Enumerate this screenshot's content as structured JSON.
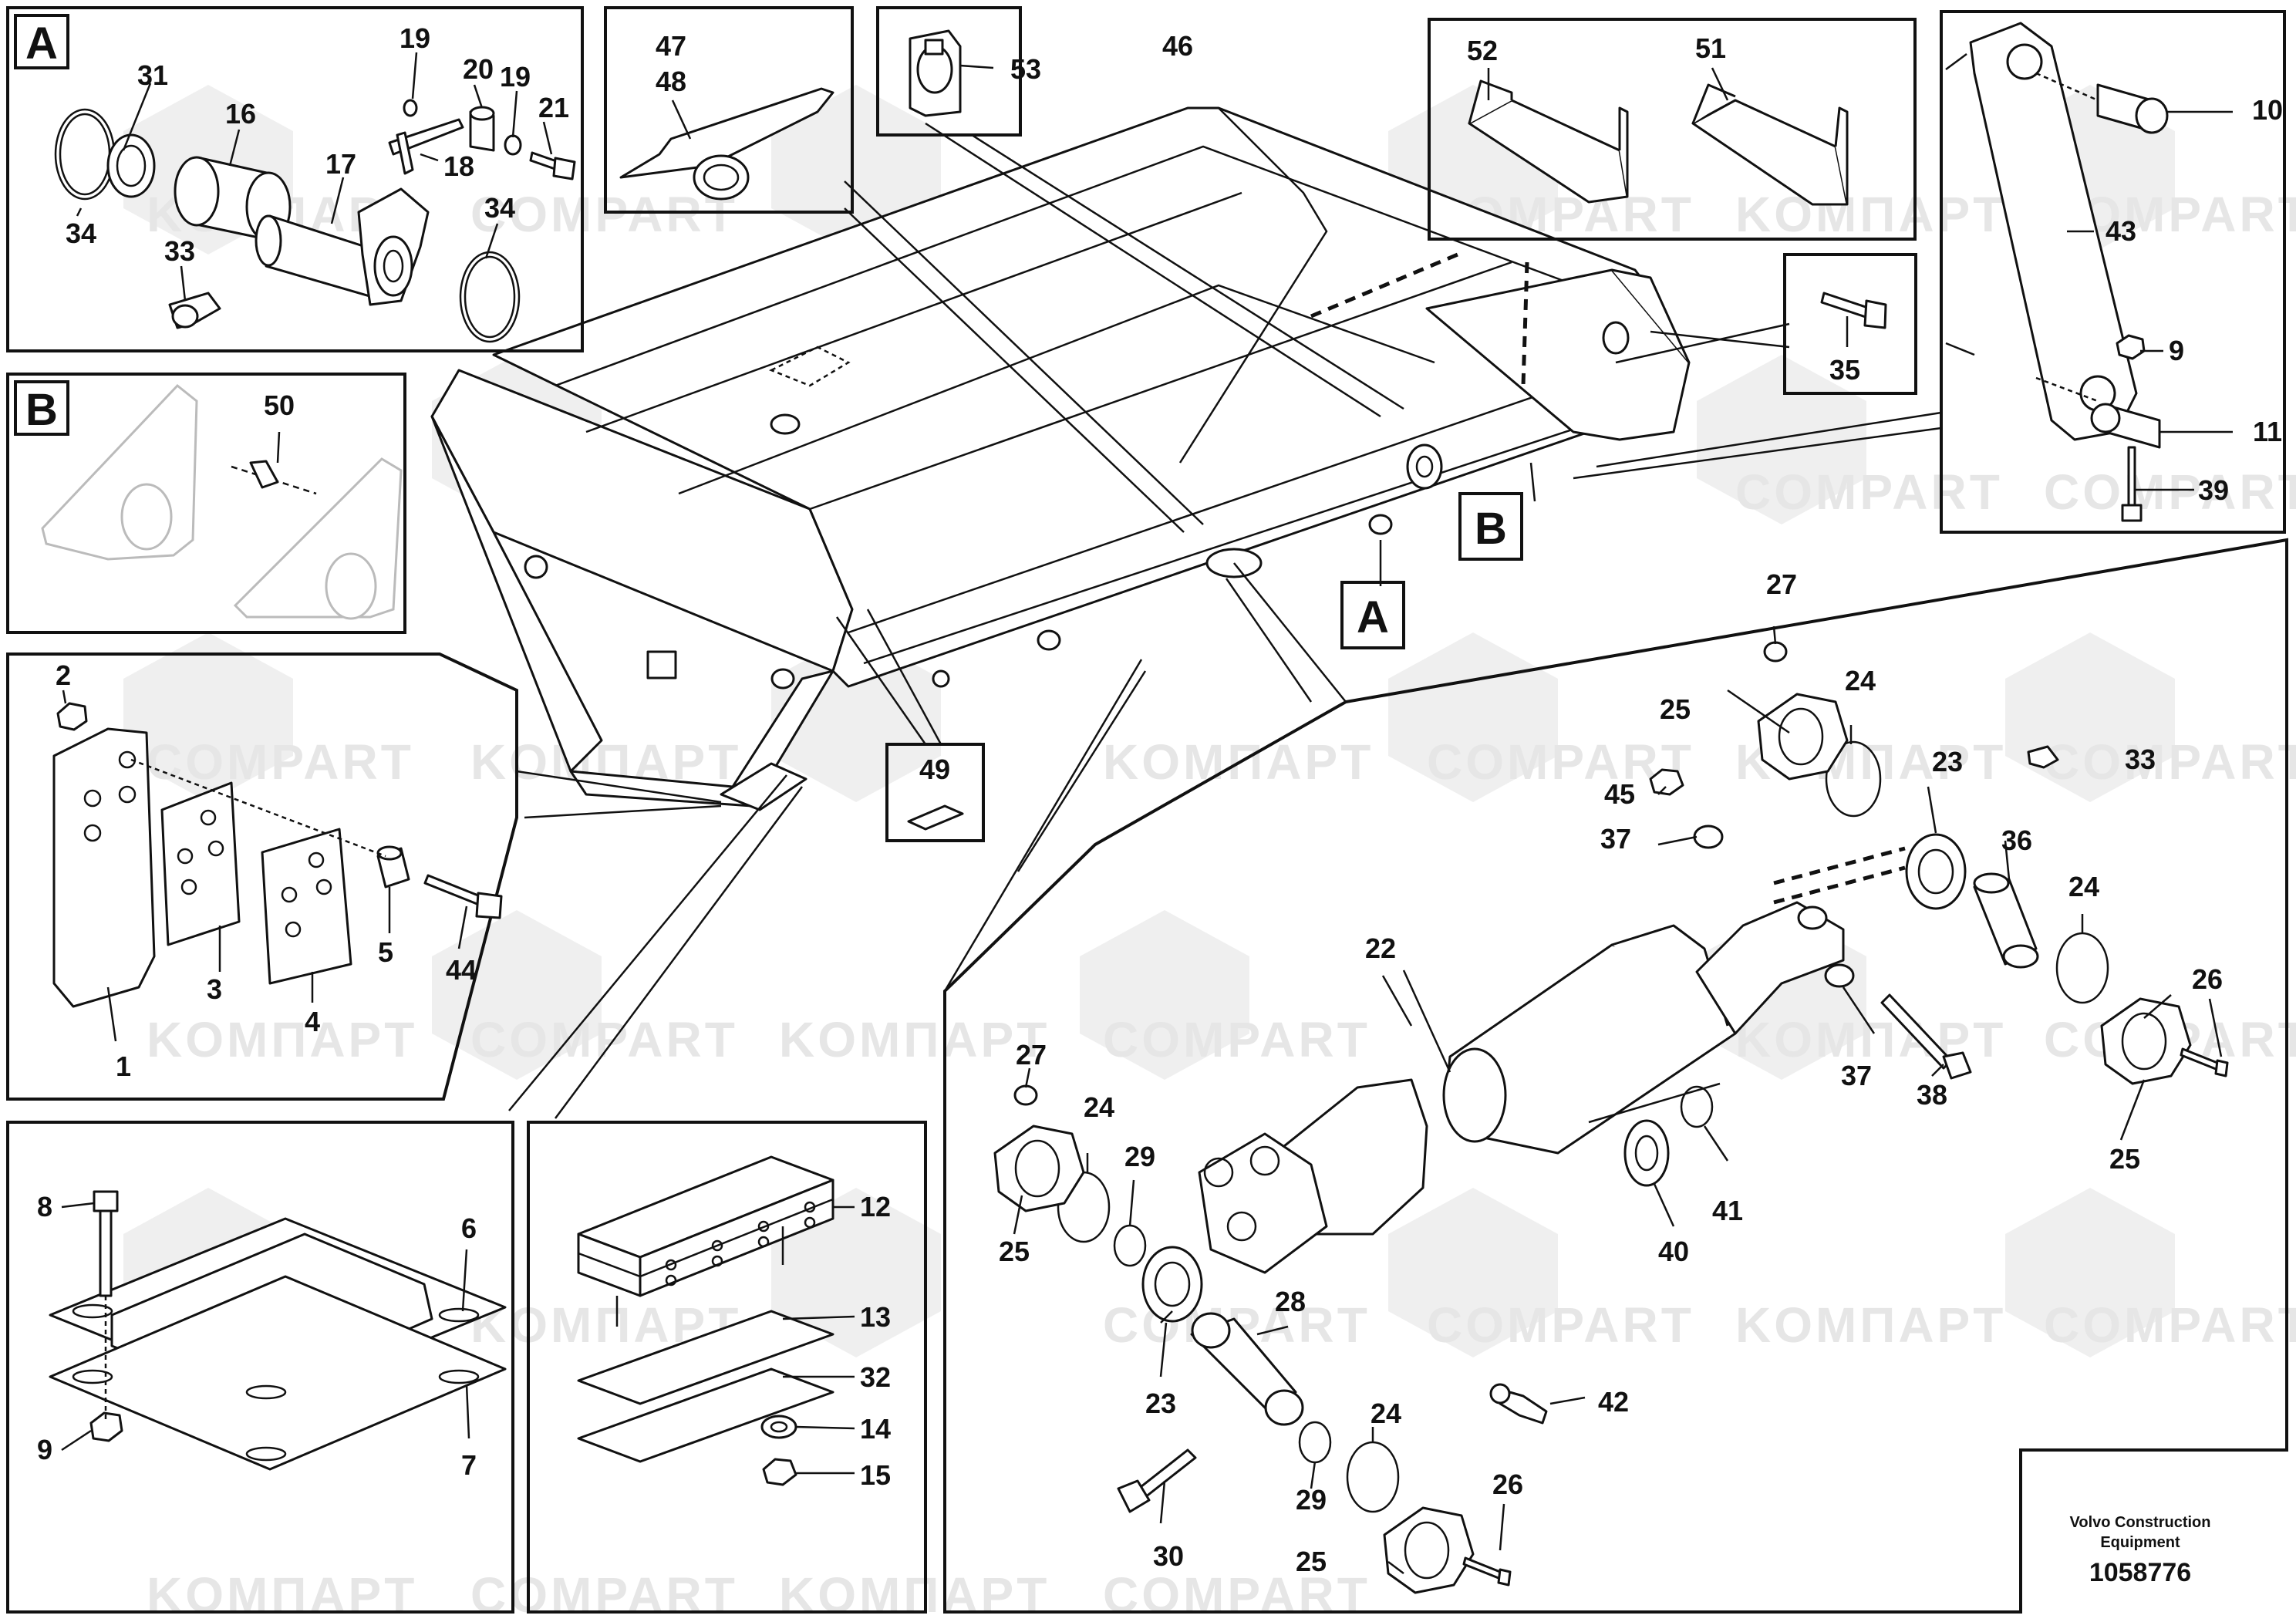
{
  "watermarks": [
    "KOMПAPT",
    "COMPART"
  ],
  "callouts": {
    "A": "A",
    "B": "B"
  },
  "part_numbers": {
    "n1": "1",
    "n2": "2",
    "n3": "3",
    "n4": "4",
    "n5": "5",
    "n6": "6",
    "n7": "7",
    "n8": "8",
    "n9": "9",
    "n9b": "9",
    "n10": "10",
    "n11": "11",
    "n12": "12",
    "n13": "13",
    "n14": "14",
    "n15": "15",
    "n16": "16",
    "n17": "17",
    "n18": "18",
    "n19a": "19",
    "n19b": "19",
    "n20": "20",
    "n21": "21",
    "n22": "22",
    "n23a": "23",
    "n23b": "23",
    "n24a": "24",
    "n24b": "24",
    "n24c": "24",
    "n24d": "24",
    "n25a": "25",
    "n25b": "25",
    "n25c": "25",
    "n25d": "25",
    "n26a": "26",
    "n26b": "26",
    "n27a": "27",
    "n27b": "27",
    "n28": "28",
    "n29a": "29",
    "n29b": "29",
    "n30": "30",
    "n31": "31",
    "n32": "32",
    "n33a": "33",
    "n33b": "33",
    "n34a": "34",
    "n34b": "34",
    "n35": "35",
    "n36": "36",
    "n37a": "37",
    "n37b": "37",
    "n38": "38",
    "n39": "39",
    "n40": "40",
    "n41": "41",
    "n42": "42",
    "n43": "43",
    "n44": "44",
    "n45": "45",
    "n46": "46",
    "n47": "47",
    "n48": "48",
    "n49": "49",
    "n50": "50",
    "n51": "51",
    "n52": "52",
    "n53": "53"
  },
  "footer": {
    "brand_line1": "Volvo Construction",
    "brand_line2": "Equipment",
    "doc_number": "1058776"
  }
}
